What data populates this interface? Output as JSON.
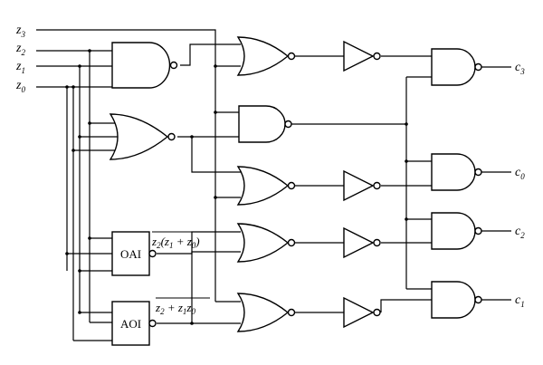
{
  "inputs": [
    {
      "var": "z",
      "sub": "3"
    },
    {
      "var": "z",
      "sub": "2"
    },
    {
      "var": "z",
      "sub": "1"
    },
    {
      "var": "z",
      "sub": "0"
    }
  ],
  "outputs": [
    {
      "var": "c",
      "sub": "3"
    },
    {
      "var": "c",
      "sub": "0"
    },
    {
      "var": "c",
      "sub": "2"
    },
    {
      "var": "c",
      "sub": "1"
    }
  ],
  "blocks": {
    "oai": "OAI",
    "aoi": "AOI"
  },
  "expressions": {
    "oai": "z2(z1 + z0)",
    "aoi": "z2 + z1z0"
  }
}
